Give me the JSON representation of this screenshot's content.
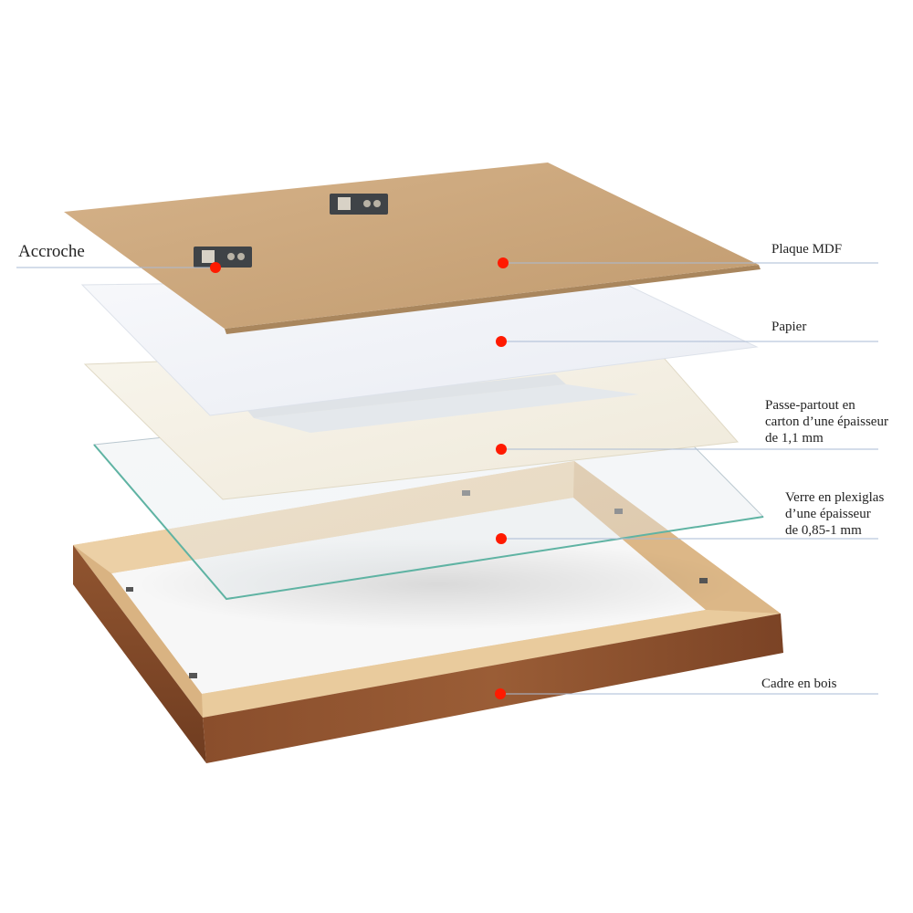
{
  "diagram": {
    "labels": {
      "accroche": "Accroche",
      "plaque_mdf": "Plaque MDF",
      "papier": "Papier",
      "passe_partout": "Passe-partout en\ncarton d’une épaisseur\nde 1,1 mm",
      "verre": "Verre en plexiglas\nd’une épaisseur\nde 0,85-1 mm",
      "cadre": "Cadre en bois"
    },
    "colors": {
      "marker": "#ff1a00",
      "leader_line": "#aabbd4",
      "mdf_board": "#c9a47a",
      "paper": "#f2f4f8",
      "mat_board": "#f5f1e6",
      "glass_edge": "#5fb3a3",
      "frame_outer": "#8a4f2c",
      "frame_inner": "#e2c193"
    }
  }
}
